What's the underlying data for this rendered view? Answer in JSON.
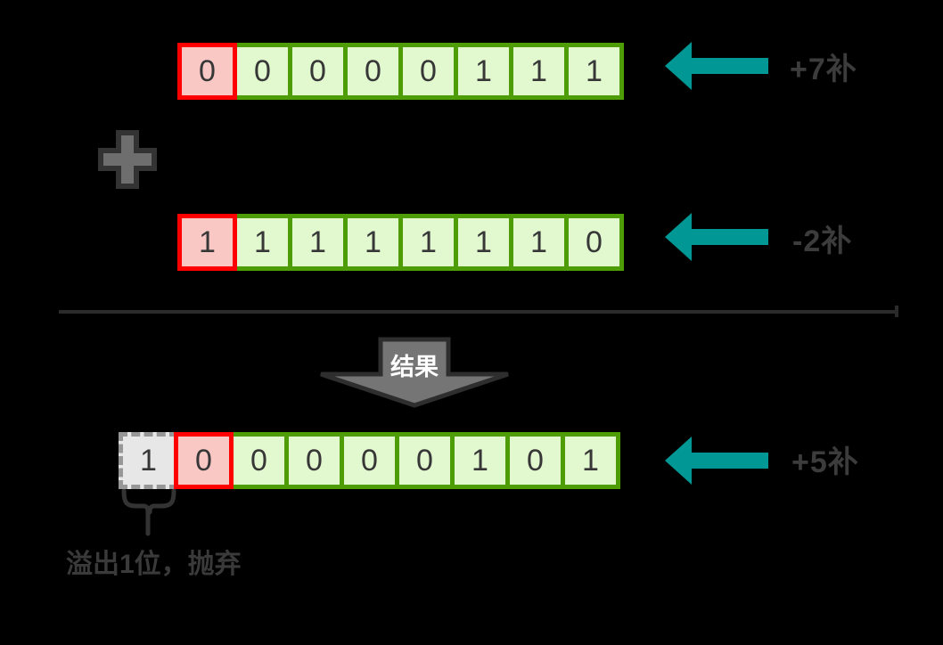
{
  "title": "two's complement addition with overflow diagram",
  "operator": {
    "name": "plus",
    "symbol": "+"
  },
  "rows": {
    "operand1": {
      "label": "+7补",
      "cells": [
        {
          "value": "0",
          "kind": "sign"
        },
        {
          "value": "0",
          "kind": "normal"
        },
        {
          "value": "0",
          "kind": "normal"
        },
        {
          "value": "0",
          "kind": "normal"
        },
        {
          "value": "0",
          "kind": "normal"
        },
        {
          "value": "1",
          "kind": "normal"
        },
        {
          "value": "1",
          "kind": "normal"
        },
        {
          "value": "1",
          "kind": "normal"
        }
      ]
    },
    "operand2": {
      "label": "-2补",
      "cells": [
        {
          "value": "1",
          "kind": "sign"
        },
        {
          "value": "1",
          "kind": "normal"
        },
        {
          "value": "1",
          "kind": "normal"
        },
        {
          "value": "1",
          "kind": "normal"
        },
        {
          "value": "1",
          "kind": "normal"
        },
        {
          "value": "1",
          "kind": "normal"
        },
        {
          "value": "1",
          "kind": "normal"
        },
        {
          "value": "0",
          "kind": "normal"
        }
      ]
    },
    "result": {
      "label": "+5补",
      "cells": [
        {
          "value": "1",
          "kind": "overflow"
        },
        {
          "value": "0",
          "kind": "sign"
        },
        {
          "value": "0",
          "kind": "normal"
        },
        {
          "value": "0",
          "kind": "normal"
        },
        {
          "value": "0",
          "kind": "normal"
        },
        {
          "value": "0",
          "kind": "normal"
        },
        {
          "value": "1",
          "kind": "normal"
        },
        {
          "value": "0",
          "kind": "normal"
        },
        {
          "value": "1",
          "kind": "normal"
        }
      ]
    }
  },
  "result_arrow": {
    "label": "结果"
  },
  "overflow_note": "溢出1位，抛弃",
  "colors": {
    "background": "#000000",
    "cell_border_green": "#4E9C06",
    "cell_fill_green": "#E2F8CF",
    "sign_border_red": "#FF0000",
    "sign_fill_pink": "#F9C8C5",
    "overflow_border_gray": "#979797",
    "overflow_fill_gray": "#E7E7E7",
    "arrow_teal": "#009795",
    "label_text": "#3C3C3C",
    "digit_text": "#373737",
    "shape_fill_gray": "#757575",
    "plus_fill_gray": "#6E6E6E",
    "shape_outline": "#2E2E2E",
    "result_arrow_text": "#FFFFFF"
  }
}
